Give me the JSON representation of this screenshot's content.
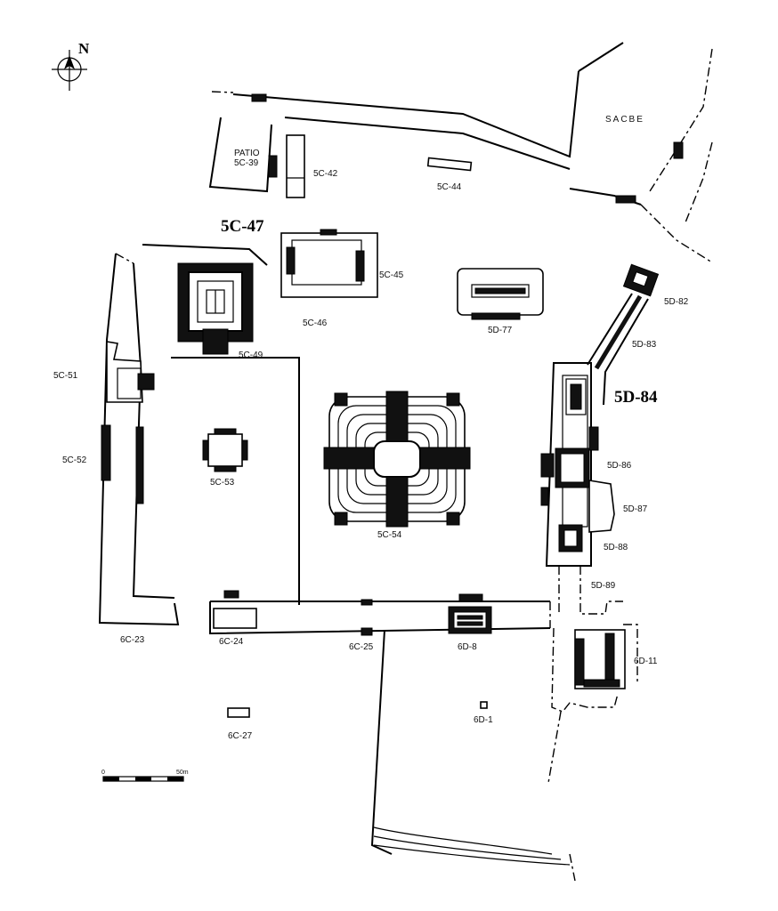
{
  "north": "N",
  "scale": {
    "start": "0",
    "end": "50m"
  },
  "sacbe": "SACBE",
  "patio": {
    "line1": "PATIO",
    "line2": "5C-39"
  },
  "labels": {
    "s5c42": "5C-42",
    "s5c44": "5C-44",
    "s5c47": "5C-47",
    "s5c45": "5C-45",
    "s5c46": "5C-46",
    "s5d77": "5D-77",
    "s5d82": "5D-82",
    "s5d83": "5D-83",
    "s5c49": "5C-49",
    "s5c51": "5C-51",
    "s5d84": "5D-84",
    "s5c52": "5C-52",
    "s5c53": "5C-53",
    "s5d86": "5D-86",
    "s5d87": "5D-87",
    "s5c54": "5C-54",
    "s5d88": "5D-88",
    "s5d89": "5D-89",
    "s6c23": "6C-23",
    "s6c24": "6C-24",
    "s6c25": "6C-25",
    "s6d8": "6D-8",
    "s6d11": "6D-11",
    "s6d1": "6D-1",
    "s6c27": "6C-27"
  }
}
